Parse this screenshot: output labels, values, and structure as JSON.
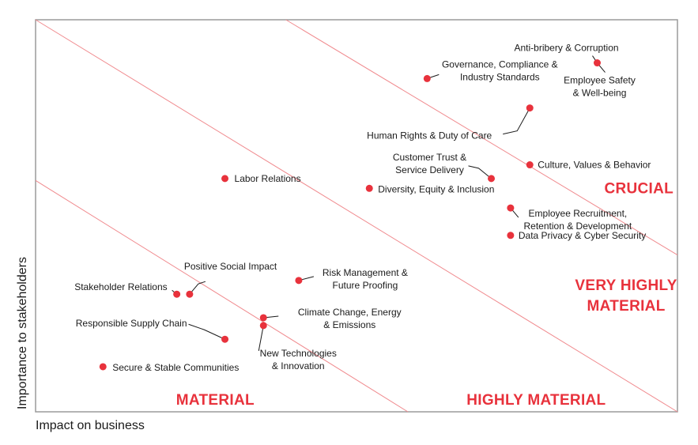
{
  "chart_data": {
    "type": "scatter",
    "xlabel": "Impact on business",
    "ylabel": "Importance to stakeholders",
    "xlim": [
      0,
      100
    ],
    "ylim": [
      0,
      100
    ],
    "grid": false,
    "colors": {
      "point": "#e8323c",
      "zone_text": "#e8323c",
      "zone_line": "#f08a8e",
      "frame": "#9a9a9a"
    },
    "zone_boundaries": [
      {
        "name": "material-highly",
        "from": [
          0,
          59
        ],
        "to": [
          58,
          0
        ]
      },
      {
        "name": "highly-crucial",
        "from": [
          0,
          100
        ],
        "to": [
          100,
          0
        ]
      },
      {
        "name": "crucial-top",
        "from": [
          39,
          100
        ],
        "to": [
          100,
          40
        ]
      }
    ],
    "zones": [
      {
        "label": "MATERIAL",
        "x": 28,
        "y": 3
      },
      {
        "label": "HIGHLY MATERIAL",
        "x": 78,
        "y": 3
      },
      {
        "label": "VERY HIGHLY MATERIAL",
        "lines": [
          "VERY HIGHLY",
          "MATERIAL"
        ],
        "x": 92,
        "y": 27
      },
      {
        "label": "CRUCIAL",
        "x": 94,
        "y": 57
      }
    ],
    "points": [
      {
        "label": "Anti-bribery & Corruption",
        "x": 87.5,
        "y": 89
      },
      {
        "label": "Employee Safety & Well-being",
        "x": 87.5,
        "y": 89
      },
      {
        "label": "Governance, Compliance & Industry Standards",
        "x": 61,
        "y": 85
      },
      {
        "label": "Human Rights & Duty of Care",
        "x": 77,
        "y": 77.5
      },
      {
        "label": "Culture, Values & Behavior",
        "x": 77,
        "y": 63
      },
      {
        "label": "Customer Trust & Service Delivery",
        "x": 71,
        "y": 59.5
      },
      {
        "label": "Labor Relations",
        "x": 29.5,
        "y": 59.5
      },
      {
        "label": "Diversity, Equity & Inclusion",
        "x": 52,
        "y": 57
      },
      {
        "label": "Employee Recruitment, Retention & Development",
        "x": 74,
        "y": 52
      },
      {
        "label": "Data Privacy & Cyber Security",
        "x": 74,
        "y": 45
      },
      {
        "label": "Risk Management & Future Proofing",
        "x": 41,
        "y": 33.5
      },
      {
        "label": "Positive Social Impact",
        "x": 24,
        "y": 30
      },
      {
        "label": "Stakeholder Relations",
        "x": 22,
        "y": 30
      },
      {
        "label": "Climate Change, Energy & Emissions",
        "x": 35.5,
        "y": 24
      },
      {
        "label": "New Technologies & Innovation",
        "x": 35.5,
        "y": 22
      },
      {
        "label": "Responsible Supply Chain",
        "x": 29.5,
        "y": 18.5
      },
      {
        "label": "Secure & Stable Communities",
        "x": 10.5,
        "y": 11.5
      }
    ]
  }
}
